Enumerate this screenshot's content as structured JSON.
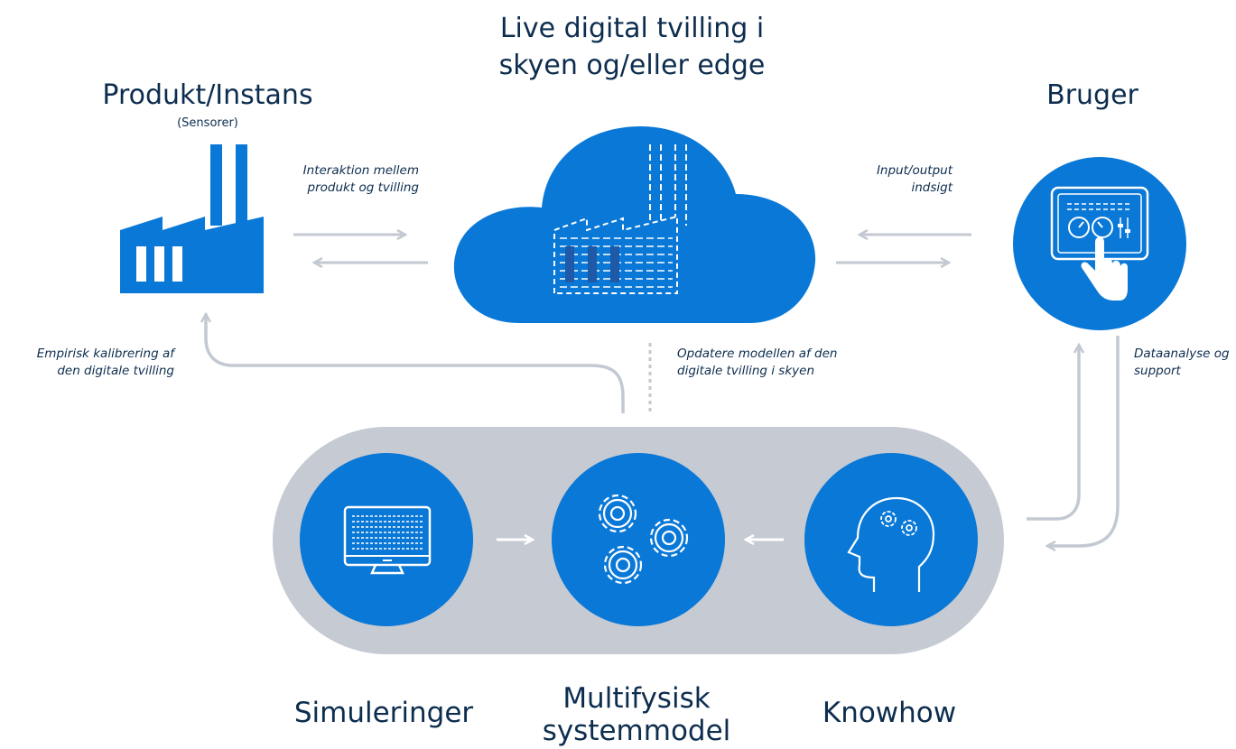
{
  "title": {
    "line1": "Live digital tvilling i",
    "line2": "skyen og/eller edge"
  },
  "product": {
    "label": "Produkt/Instans",
    "sublabel": "(Sensorer)"
  },
  "user": {
    "label": "Bruger"
  },
  "annotations": {
    "interaction_line1": "Interaktion mellem",
    "interaction_line2": "produkt og tvilling",
    "io_line1": "Input/output",
    "io_line2": "indsigt",
    "calibration_line1": "Empirisk kalibrering af",
    "calibration_line2": "den digitale tvilling",
    "update_line1": "Opdatere modellen af den",
    "update_line2": "digitale tvilling i skyen",
    "analysis_line1": "Dataanalyse og",
    "analysis_line2": "support"
  },
  "bottom": {
    "simulations": "Simuleringer",
    "model_line1": "Multifysisk",
    "model_line2": "systemmodel",
    "knowhow": "Knowhow"
  },
  "colors": {
    "primary_blue": "#0a78d7",
    "arrow_gray": "#c3c9d2",
    "pill_gray": "#c5cad3",
    "text_dark": "#0d2d4f"
  },
  "icons": [
    "factory-icon",
    "cloud-icon",
    "touchscreen-dashboard-icon",
    "monitor-icon",
    "gears-icon",
    "head-gears-icon"
  ]
}
